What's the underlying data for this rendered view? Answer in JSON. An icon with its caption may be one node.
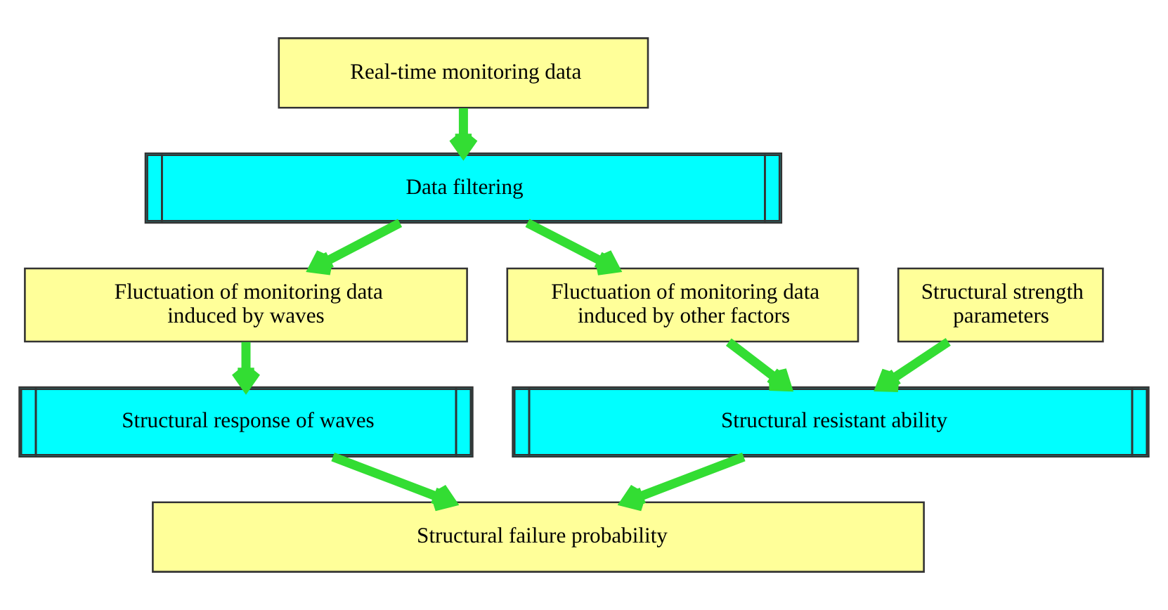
{
  "diagram": {
    "nodes": [
      {
        "text": [
          "Real-time monitoring data"
        ]
      },
      {
        "text": [
          "Data filtering"
        ]
      },
      {
        "text": [
          "Fluctuation of monitoring data induced by waves"
        ]
      },
      {
        "text": [
          "Fluctuation of monitoring data induced by other factors"
        ]
      },
      {
        "text": [
          "Structural strength parameters"
        ]
      },
      {
        "text": [
          "Structural response of waves"
        ]
      },
      {
        "text": [
          "Structural resistant ability"
        ]
      },
      {
        "text": [
          "Structural failure probability"
        ]
      }
    ],
    "edges": [
      {
        "from": 0,
        "to": 1,
        "arrow": "to"
      },
      {
        "from": 1,
        "to": 2,
        "arrow": "to"
      },
      {
        "from": 1,
        "to": 3,
        "arrow": "to"
      },
      {
        "from": 2,
        "to": 5,
        "arrow": "to"
      },
      {
        "from": 3,
        "to": 6,
        "arrow": "to"
      },
      {
        "from": 4,
        "to": 6,
        "arrow": "to"
      },
      {
        "from": 5,
        "to": 7,
        "arrow": "to"
      },
      {
        "from": 6,
        "to": 7,
        "arrow": "to"
      }
    ]
  }
}
